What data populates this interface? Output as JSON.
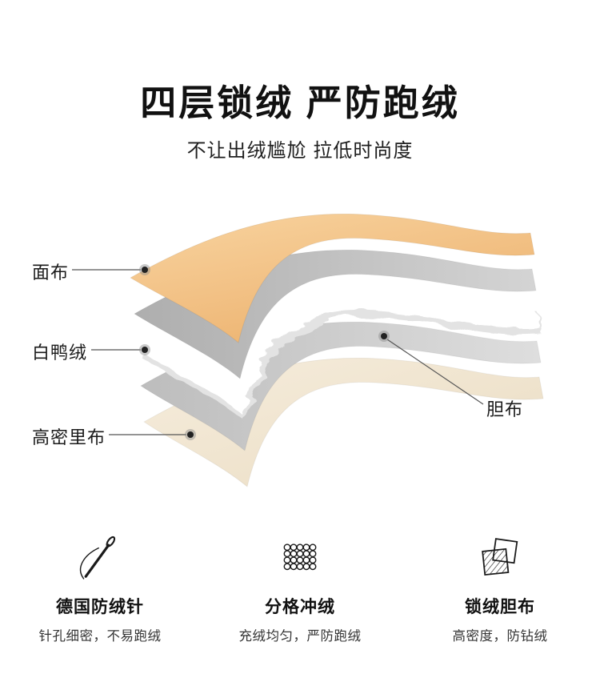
{
  "page": {
    "title": "四层锁绒 严防跑绒",
    "subtitle": "不让出绒尴尬 拉低时尚度"
  },
  "diagram": {
    "labels": {
      "surface": "面布",
      "down": "白鸭绒",
      "liner": "胆布",
      "lining": "高密里布"
    },
    "colors": {
      "surface_fabric": "#f2c185",
      "liner_gray": "#bdbdbd",
      "down_white": "#ffffff",
      "lining_beige": "#f4e9d6",
      "pointer_line": "#555555",
      "pointer_dot": "#222222"
    }
  },
  "features": [
    {
      "icon": "needle-icon",
      "title": "德国防绒针",
      "desc": "针孔细密，不易跑绒"
    },
    {
      "icon": "quilt-grid-icon",
      "title": "分格冲绒",
      "desc": "充绒均匀，严防跑绒"
    },
    {
      "icon": "fabric-swatch-icon",
      "title": "锁绒胆布",
      "desc": "高密度，防钻绒"
    }
  ]
}
